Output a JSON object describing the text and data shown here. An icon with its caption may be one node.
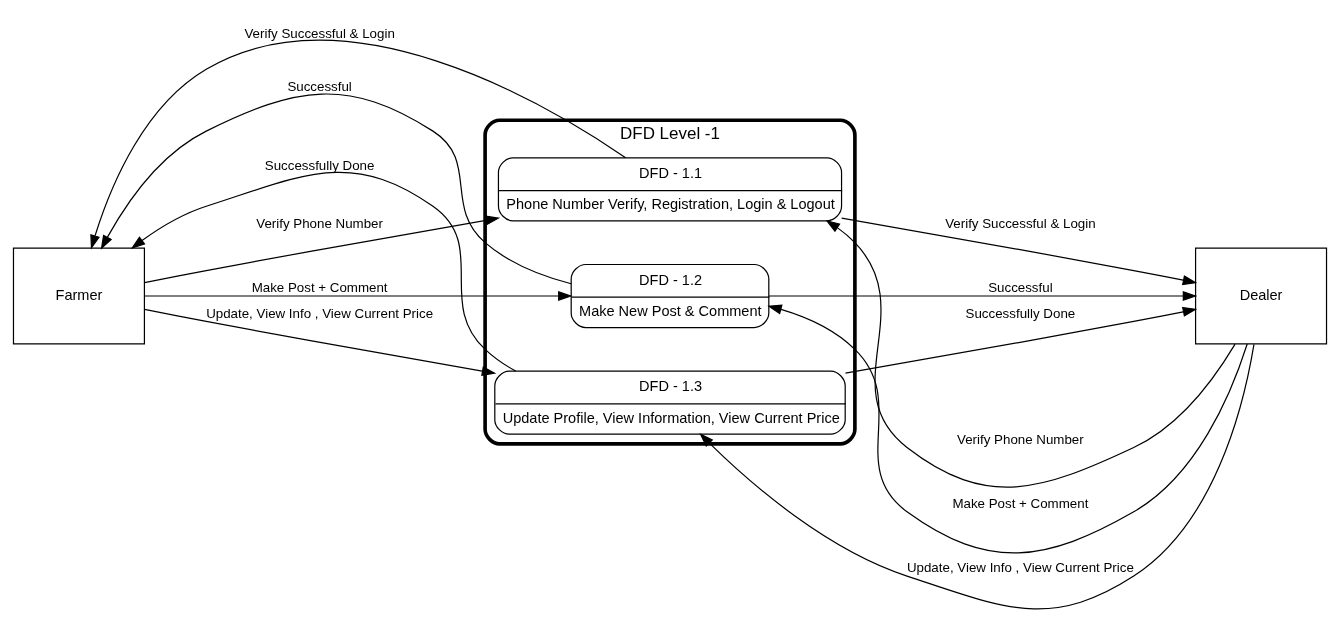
{
  "diagram": {
    "nodes": [
      {
        "text": [
          "DFD Level -1"
        ]
      },
      {
        "text": [
          "DFD - 1.1",
          "Phone Number Verify, Registration, Login & Logout"
        ],
        "in": 0
      },
      {
        "text": [
          "DFD - 1.2",
          "Make New Post & Comment"
        ],
        "in": 0
      },
      {
        "text": [
          "DFD - 1.3",
          "Update Profile, View Information, View Current Price"
        ],
        "in": 0
      },
      {
        "text": [
          "Farmer"
        ]
      },
      {
        "text": [
          "Dealer"
        ]
      }
    ],
    "edges": [
      {
        "from": 4,
        "to": 1,
        "arrow": "to",
        "label": "Verify Phone Number"
      },
      {
        "from": 1,
        "to": 4,
        "arrow": "to",
        "label": "Verify Successful & Login"
      },
      {
        "from": 5,
        "to": 1,
        "arrow": "to",
        "label": "Verify Phone Number"
      },
      {
        "from": 1,
        "to": 5,
        "arrow": "to",
        "label": "Verify Successful & Login"
      },
      {
        "from": 4,
        "to": 2,
        "arrow": "to",
        "label": "Make Post + Comment"
      },
      {
        "from": 2,
        "to": 4,
        "arrow": "to",
        "label": "Successful"
      },
      {
        "from": 5,
        "to": 2,
        "arrow": "to",
        "label": "Make Post + Comment"
      },
      {
        "from": 2,
        "to": 5,
        "arrow": "to",
        "label": "Successful"
      },
      {
        "from": 4,
        "to": 3,
        "arrow": "to",
        "label": "Update, View Info , View Current Price"
      },
      {
        "from": 3,
        "to": 4,
        "arrow": "to",
        "label": "Successfully Done"
      },
      {
        "from": 5,
        "to": 3,
        "arrow": "to",
        "label": "Update, View Info , View Current Price"
      },
      {
        "from": 3,
        "to": 5,
        "arrow": "to",
        "label": "Successfully Done"
      }
    ]
  }
}
